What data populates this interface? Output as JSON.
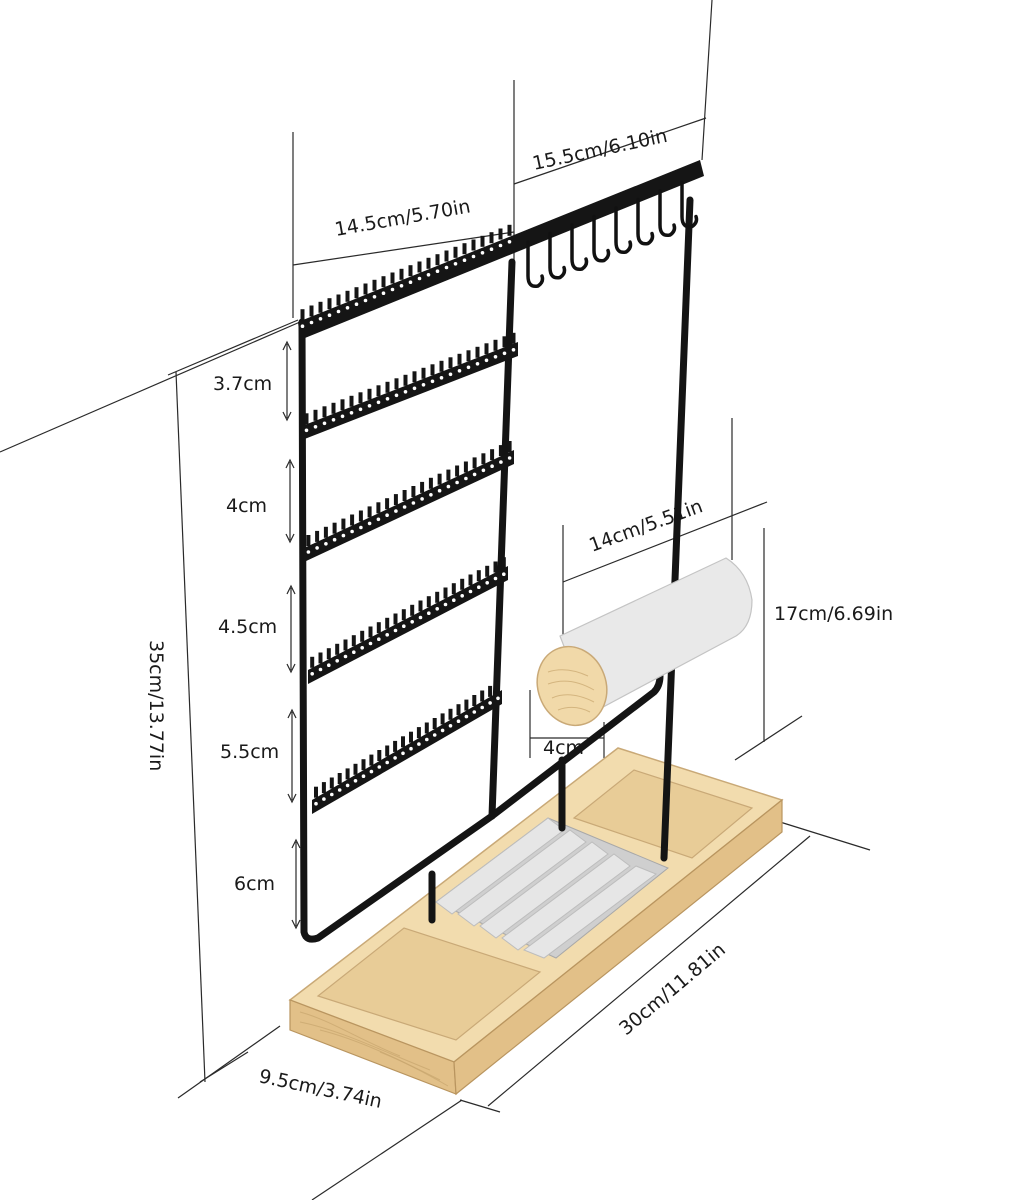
{
  "dimensions": {
    "top_left_width": "14.5cm/5.70in",
    "top_right_width": "15.5cm/6.10in",
    "gap_1": "3.7cm",
    "gap_2": "4cm",
    "gap_3": "4.5cm",
    "gap_4": "5.5cm",
    "gap_5": "6cm",
    "total_height": "35cm/13.77in",
    "bar_length": "14cm/5.51in",
    "bar_height": "17cm/6.69in",
    "bar_diameter": "4cm",
    "base_length": "30cm/11.81in",
    "base_depth": "9.5cm/3.74in"
  },
  "colors": {
    "metal": "#151515",
    "wood": "#f2dcae",
    "velvet": "#cfcfcf"
  }
}
